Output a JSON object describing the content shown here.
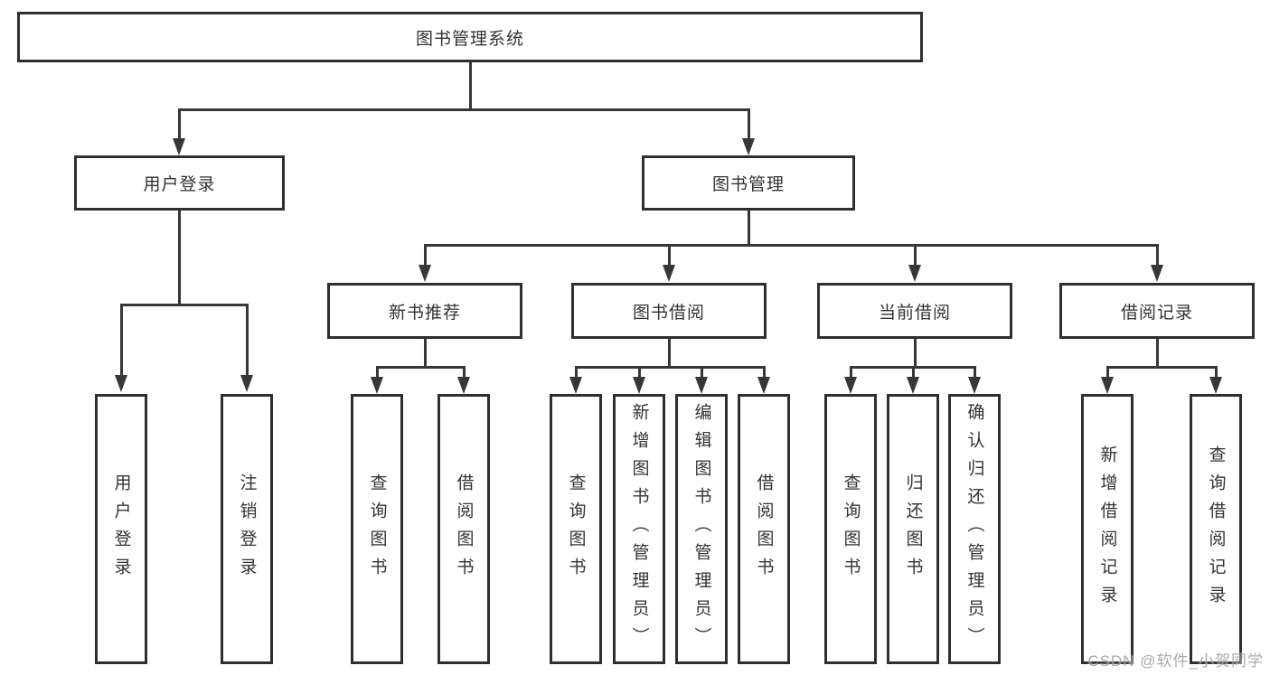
{
  "tree": {
    "root": {
      "label": "图书管理系统"
    },
    "branches": [
      {
        "label": "用户登录",
        "children": [
          {
            "label": "用户登录"
          },
          {
            "label": "注销登录"
          }
        ]
      },
      {
        "label": "图书管理",
        "children": [
          {
            "label": "新书推荐",
            "children": [
              {
                "label": "查询图书"
              },
              {
                "label": "借阅图书"
              }
            ]
          },
          {
            "label": "图书借阅",
            "children": [
              {
                "label": "查询图书"
              },
              {
                "label": "新增图书（管理员）"
              },
              {
                "label": "编辑图书（管理员）"
              },
              {
                "label": "借阅图书"
              }
            ]
          },
          {
            "label": "当前借阅",
            "children": [
              {
                "label": "查询图书"
              },
              {
                "label": "归还图书"
              },
              {
                "label": "确认归还（管理员）"
              }
            ]
          },
          {
            "label": "借阅记录",
            "children": [
              {
                "label": "新增借阅记录"
              },
              {
                "label": "查询借阅记录"
              }
            ]
          }
        ]
      }
    ]
  },
  "watermark": {
    "text": "CSDN @软件_小贺同学"
  },
  "colors": {
    "line": "#373737",
    "border": "#2f2f2f",
    "text": "#333333",
    "background": "#ffffff",
    "watermark": "#9c9c9c"
  }
}
